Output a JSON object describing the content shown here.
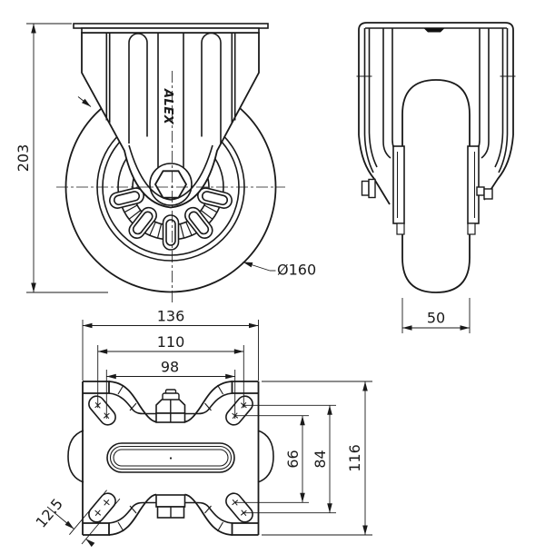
{
  "meta": {
    "background": "#ffffff",
    "line_color": "#1a1a1a",
    "drawing_type": "caster-wheel-3-view-technical-drawing"
  },
  "logo": {
    "text": "ALEX"
  },
  "dimensions": {
    "overall_height": "203",
    "wheel_diameter": "Ø160",
    "wheel_width": "50",
    "plate_length": "136",
    "hole_pitch_long_outer": "110",
    "hole_pitch_long_inner": "98",
    "hole_pitch_short_inner": "66",
    "hole_pitch_short_outer": "84",
    "plate_width": "116",
    "slot_width": "12.5"
  }
}
